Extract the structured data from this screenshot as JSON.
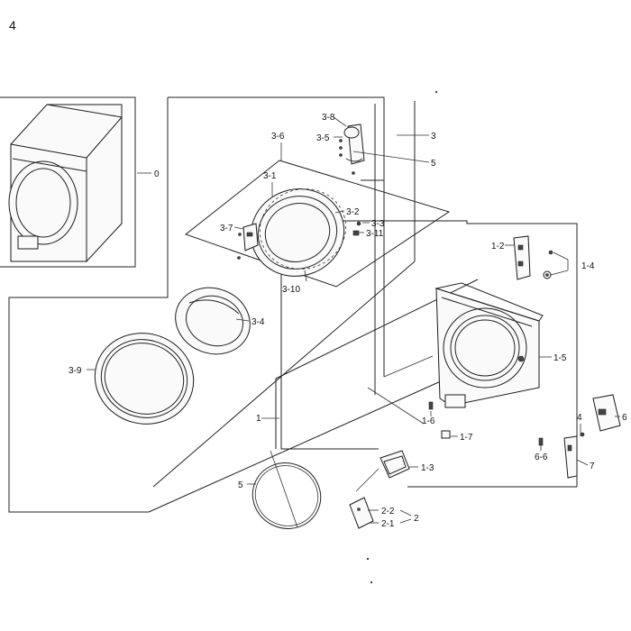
{
  "page_number": "4",
  "labels": {
    "l0": "0",
    "l1": "1",
    "l1_2": "1-2",
    "l1_3": "1-3",
    "l1_4": "1-4",
    "l1_5": "1-5",
    "l1_6": "1-6",
    "l1_7": "1-7",
    "l2": "2",
    "l2_1": "2-1",
    "l2_2": "2-2",
    "l3": "3",
    "l3_1": "3-1",
    "l3_2": "3-2",
    "l3_3": "3-3",
    "l3_4": "3-4",
    "l3_5": "3-5",
    "l3_6": "3-6",
    "l3_7": "3-7",
    "l3_8": "3-8",
    "l3_9": "3-9",
    "l3_10": "3-10",
    "l3_11": "3-11",
    "l4": "4",
    "l5a": "5",
    "l5b": "5",
    "l6": "6",
    "l6_6": "6-6",
    "l7": "7"
  }
}
